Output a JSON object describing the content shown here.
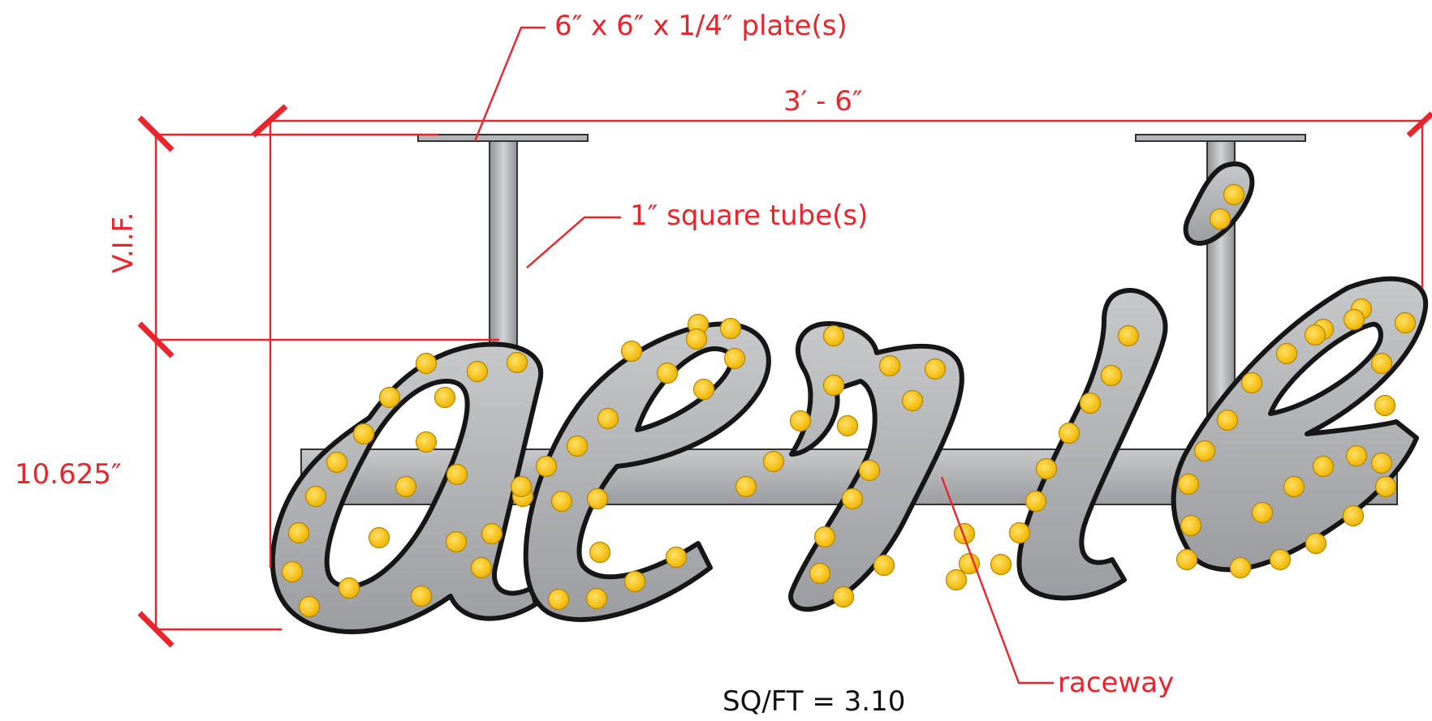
{
  "labels": {
    "plate": "6″ x 6″ x 1/4″ plate(s)",
    "width": "3′ - 6″",
    "tube": "1″ square tube(s)",
    "vif": "V.I.F.",
    "height": "10.625″",
    "raceway": "raceway",
    "sqft": "SQ/FT = 3.10"
  },
  "sign_text": "aerie",
  "colors": {
    "dimension": "#e8242d",
    "metal": "#a8a9ab",
    "bulb": "#f5c518",
    "outline": "#111111"
  }
}
